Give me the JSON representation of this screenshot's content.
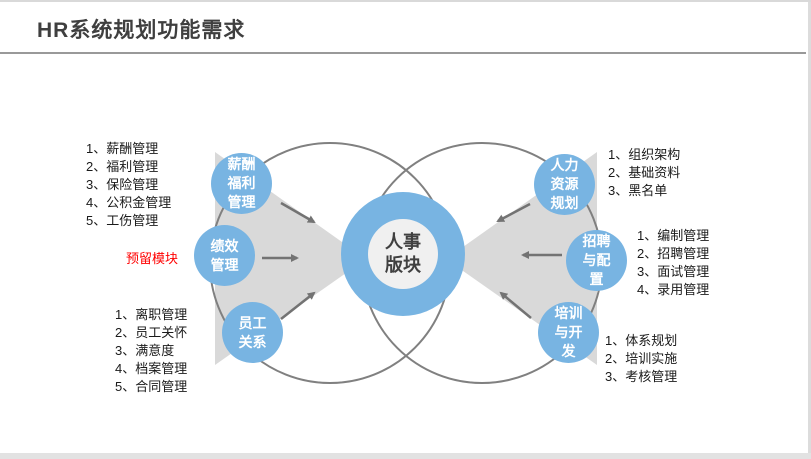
{
  "page": {
    "title": "HR系统规划功能需求"
  },
  "colors": {
    "node_blue": "#78b4e2",
    "center_inner_gray": "#f0f0f0",
    "beam_gray": "#d9d9d9",
    "ring_outline_gray": "#808080",
    "arrow_gray": "#737373",
    "reserved_red": "#ff0000",
    "title_dark": "#3f3f3f"
  },
  "diagram": {
    "center": {
      "label": "人事\n版块"
    },
    "left_nodes": [
      {
        "label": "薪酬\n福利\n管理"
      },
      {
        "label": "绩效\n管理"
      },
      {
        "label": "员工\n关系"
      }
    ],
    "right_nodes": [
      {
        "label": "人力\n资源\n规划"
      },
      {
        "label": "招聘\n与配\n置"
      },
      {
        "label": "培训\n与开\n发"
      }
    ],
    "reserved_label": "预留模块"
  },
  "lists": {
    "left_top": {
      "items": [
        "1、薪酬管理",
        "2、福利管理",
        "3、保险管理",
        "4、公积金管理",
        "5、工伤管理"
      ]
    },
    "left_bottom": {
      "items": [
        "1、离职管理",
        "2、员工关怀",
        "3、满意度",
        "4、档案管理",
        "5、合同管理"
      ]
    },
    "right_top": {
      "items": [
        "1、组织架构",
        "2、基础资料",
        "3、黑名单"
      ]
    },
    "right_middle": {
      "items": [
        "1、编制管理",
        "2、招聘管理",
        "3、面试管理",
        "4、录用管理"
      ]
    },
    "right_bottom": {
      "items": [
        "1、体系规划",
        "2、培训实施",
        "3、考核管理"
      ]
    }
  }
}
